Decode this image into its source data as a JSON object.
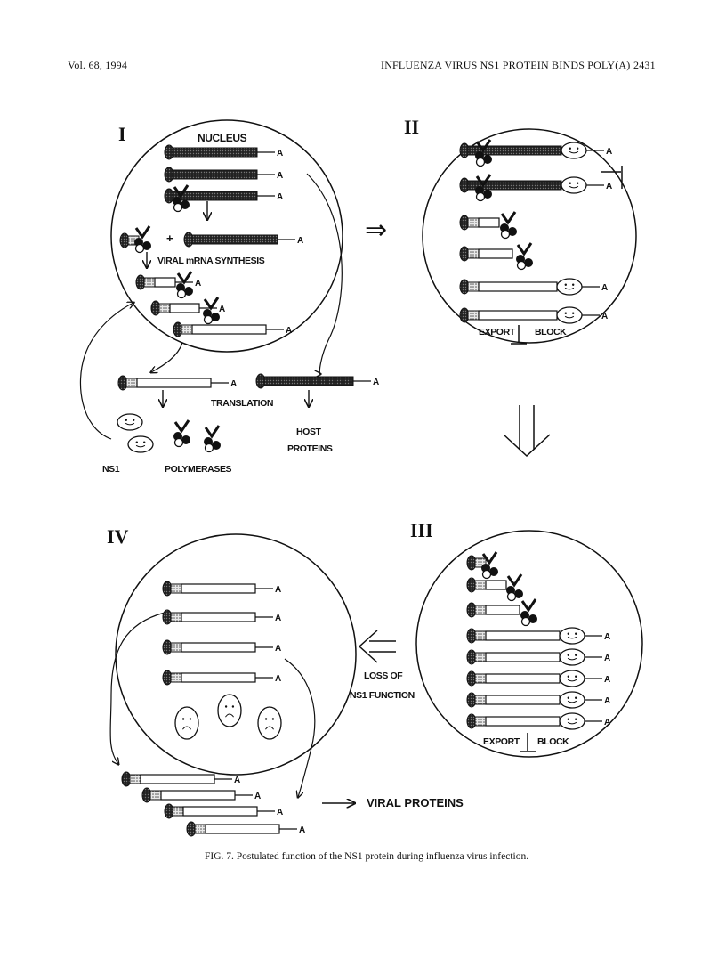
{
  "header": {
    "journal": "Vol. 68, 1994",
    "title": "INFLUENZA VIRUS NS1 PROTEIN BINDS POLY(A)",
    "page": "2431"
  },
  "figure": {
    "panels": {
      "I": {
        "numeral": "I",
        "nucleus": "NUCLEUS",
        "synthesis": "VIRAL mRNA SYNTHESIS",
        "translation": "TRANSLATION",
        "host_proteins": [
          "HOST",
          "PROTEINS"
        ],
        "ns1": "NS1",
        "polymerases": "POLYMERASES"
      },
      "II": {
        "numeral": "II",
        "export": "EXPORT",
        "block": "BLOCK"
      },
      "III": {
        "numeral": "III",
        "export": "EXPORT",
        "block": "BLOCK"
      },
      "IV": {
        "numeral": "IV",
        "viral_proteins": "VIRAL PROTEINS"
      }
    },
    "loss": [
      "LOSS OF",
      "NS1 FUNCTION"
    ],
    "poly_a": "A",
    "plus": "+",
    "arrow_right": "⇒",
    "caption": "FIG. 7. Postulated function of the NS1 protein during influenza virus infection."
  }
}
